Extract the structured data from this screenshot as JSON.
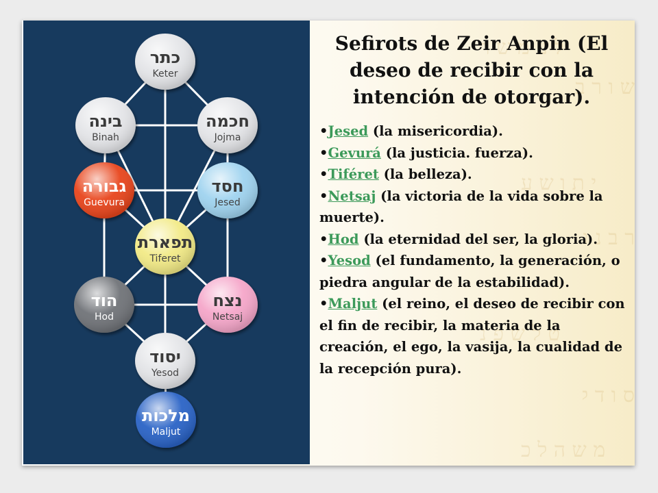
{
  "title": "Sefirots de Zeir Anpin (El deseo de recibir con la intención de otorgar).",
  "watermark_glyphs": [
    "ל ע מ ש ר",
    "ש ו ר ב ם",
    "י ת ו ש ע",
    "ר ב נ ו ח",
    "ט ל ש פ נ",
    "ס ו ד ק ר",
    "מ ש ה ל כ"
  ],
  "sefirot": [
    {
      "hebrew": "כתר",
      "name": "Keter",
      "color": "#e4e5e8"
    },
    {
      "hebrew": "בינה",
      "name": "Binah",
      "color": "#e4e5e8"
    },
    {
      "hebrew": "חכמה",
      "name": "Jojma",
      "color": "#e4e5e8"
    },
    {
      "hebrew": "גבורה",
      "name": "Guevura",
      "color": "#e8451c"
    },
    {
      "hebrew": "חסד",
      "name": "Jesed",
      "color": "#9fd3ef"
    },
    {
      "hebrew": "תפארת",
      "name": "Tiferet",
      "color": "#f2ea86"
    },
    {
      "hebrew": "הוד",
      "name": "Hod",
      "color": "#707378"
    },
    {
      "hebrew": "נצח",
      "name": "Netsaj",
      "color": "#f5a6c9"
    },
    {
      "hebrew": "יסוד",
      "name": "Yesod",
      "color": "#e4e5e8"
    },
    {
      "hebrew": "מלכות",
      "name": "Maljut",
      "color": "#2b63c6"
    }
  ],
  "list": [
    {
      "bullet": "•",
      "link": "Jesed",
      "text": " (la misericordia)."
    },
    {
      "bullet": "•",
      "link": "Gevurá",
      "text": " (la justicia. fuerza)."
    },
    {
      "bullet": "•",
      "link": "Tiféret",
      "text": " (la belleza)."
    },
    {
      "bullet": "•",
      "link": "Netsaj",
      "text": " (la victoria de la vida sobre la muerte)."
    },
    {
      "bullet": "•",
      "link": "Hod",
      "text": " (la eternidad del ser, la gloria)."
    },
    {
      "bullet": "•",
      "link": "Yesod",
      "text": " (el fundamento, la generación, o piedra angular de la estabilidad)."
    },
    {
      "bullet": "•",
      "link": "Maljut",
      "text": " (el reino, el deseo de recibir con el fin de recibir, la materia de la creación, el ego, la vasija, la cualidad de la recepción pura)."
    }
  ],
  "colors": {
    "panel_bg": "#173a5e",
    "line": "#ffffff",
    "link": "#3c9a5a",
    "text": "#111111"
  }
}
